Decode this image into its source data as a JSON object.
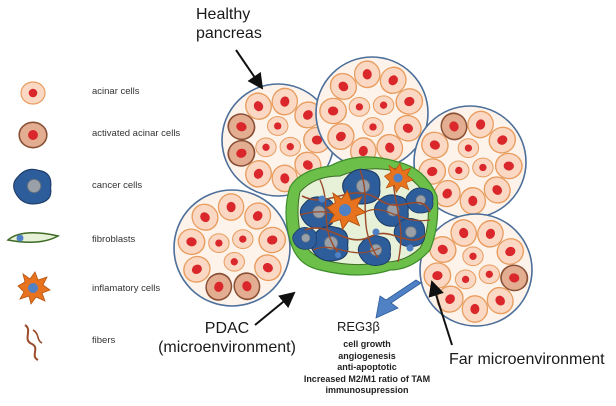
{
  "title_label": "Healthy\npancreas",
  "legend": [
    {
      "key": "acinar",
      "label": "acinar cells"
    },
    {
      "key": "activated",
      "label": "activated acinar cells"
    },
    {
      "key": "cancer",
      "label": "cancer cells"
    },
    {
      "key": "fibroblast",
      "label": "fibroblasts"
    },
    {
      "key": "inflammatory",
      "label": "inflamatory cells"
    },
    {
      "key": "fiber",
      "label": "fibers"
    }
  ],
  "pdac_label": "PDAC\n(microenvironment)",
  "reg_label": "REG3β",
  "effects": [
    "cell growth",
    "angiogenesis",
    "anti-apoptotic",
    "Increased M2/M1 ratio of TAM",
    "immunosupression"
  ],
  "far_label": "Far microenvironment",
  "colors": {
    "acinar_fill": "#fbd8c3",
    "acinar_stroke": "#e89d5f",
    "nucleus": "#d9272b",
    "activated_fill": "#e3ad92",
    "activated_stroke": "#8a5035",
    "cancer_fill": "#2e5d9b",
    "cancer_stroke": "#1c3b66",
    "cancer_nucleus": "#9aa0a8",
    "fibroblast_fill": "#e6f1d8",
    "fibroblast_stroke": "#3d6b24",
    "green_matrix": "#6cc04a",
    "inflam": "#e8731f",
    "fiber": "#9b4a2a",
    "lobule_ring": "#4b6e9a",
    "arrow_blue": "#4f81c4"
  }
}
